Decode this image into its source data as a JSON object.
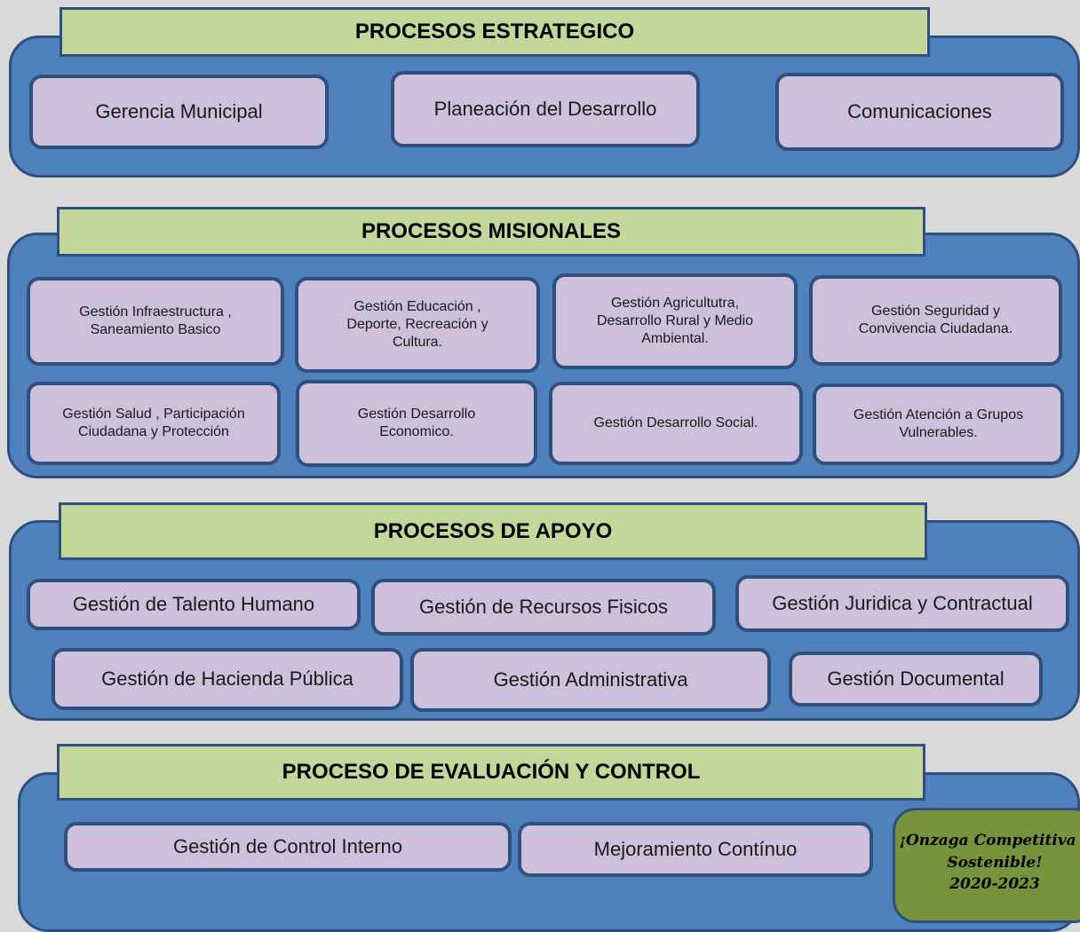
{
  "colors": {
    "panel": "#4f81bd",
    "header": "#c4d79b",
    "box": "#ccc0da",
    "border": "#2f4f7f",
    "slogan_bg": "#77933c"
  },
  "estrategico": {
    "title": "PROCESOS  ESTRATEGICO",
    "items": [
      "Gerencia Municipal",
      "Planeación del Desarrollo",
      "Comunicaciones"
    ]
  },
  "misionales": {
    "title": "PROCESOS  MISIONALES",
    "items": [
      [
        "Gestión Infraestructura ,",
        "Saneamiento Basico"
      ],
      [
        "Gestión Educación ,",
        "Deporte, Recreación y",
        "Cultura."
      ],
      [
        "Gestión Agricultutra,",
        "Desarrollo Rural y Medio",
        "Ambiental."
      ],
      [
        "Gestión Seguridad y",
        "Convivencia Ciudadana."
      ],
      [
        "Gestión Salud , Participación",
        "Ciudadana y Protección"
      ],
      [
        "Gestión Desarrollo",
        "Economico."
      ],
      [
        "Gestión  Desarrollo Social."
      ],
      [
        "Gestión Atención a Grupos",
        "Vulnerables."
      ]
    ]
  },
  "apoyo": {
    "title": "PROCESOS DE APOYO",
    "items": [
      "Gestión de Talento Humano",
      "Gestión de Recursos Fisicos",
      "Gestión Juridica y Contractual",
      "Gestión de Hacienda Pública",
      "Gestión Administrativa",
      "Gestión Documental"
    ]
  },
  "evaluacion": {
    "title": "PROCESO DE EVALUACIÓN  Y CONTROL",
    "items": [
      "Gestión de Control Interno",
      "Mejoramiento Contínuo"
    ]
  },
  "slogan": {
    "line1": "¡Onzaga Competitiva y",
    "line2": "Sostenible!",
    "line3": "2020-2023"
  }
}
